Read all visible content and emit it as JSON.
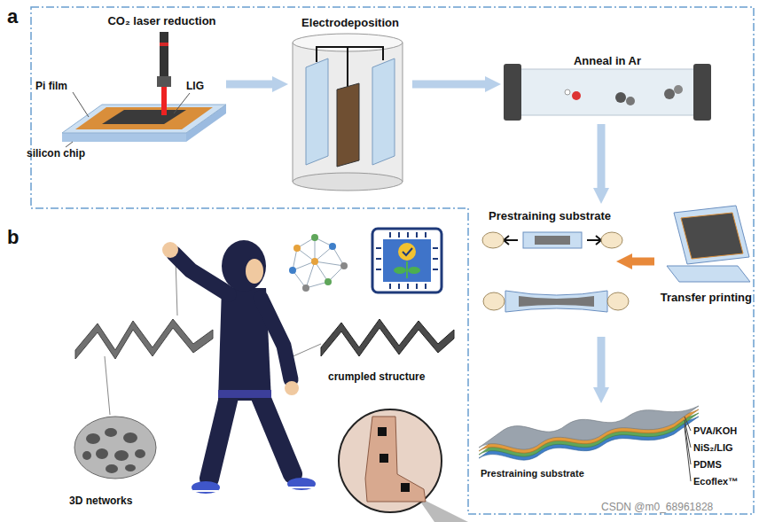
{
  "diagram": {
    "nodes": [
      {
        "text": [
          "CO₂ laser reduction"
        ]
      },
      {
        "text": [
          "Electrodeposition"
        ]
      },
      {
        "text": [
          "Anneal in Ar"
        ]
      },
      {
        "text": [
          "Prestraining substrate"
        ]
      },
      {
        "text": [
          "Transfer printing"
        ]
      },
      {
        "text": [
          "Prestraining substrate"
        ]
      }
    ],
    "edges": [
      {
        "from": 0,
        "to": 1,
        "arrow": "to"
      },
      {
        "from": 1,
        "to": 2,
        "arrow": "to"
      },
      {
        "from": 2,
        "to": 3,
        "arrow": "to"
      },
      {
        "from": 4,
        "to": 3,
        "arrow": "to"
      },
      {
        "from": 3,
        "to": 5,
        "arrow": "to"
      }
    ],
    "labels": [
      "a",
      "b",
      "Pi film",
      "LIG",
      "silicon chip",
      "crumpled structure",
      "3D networks",
      "PVA/KOH",
      "NiS₂/LIG",
      "PDMS",
      "Ecoflex™",
      "CSDN @m0_68961828"
    ]
  }
}
